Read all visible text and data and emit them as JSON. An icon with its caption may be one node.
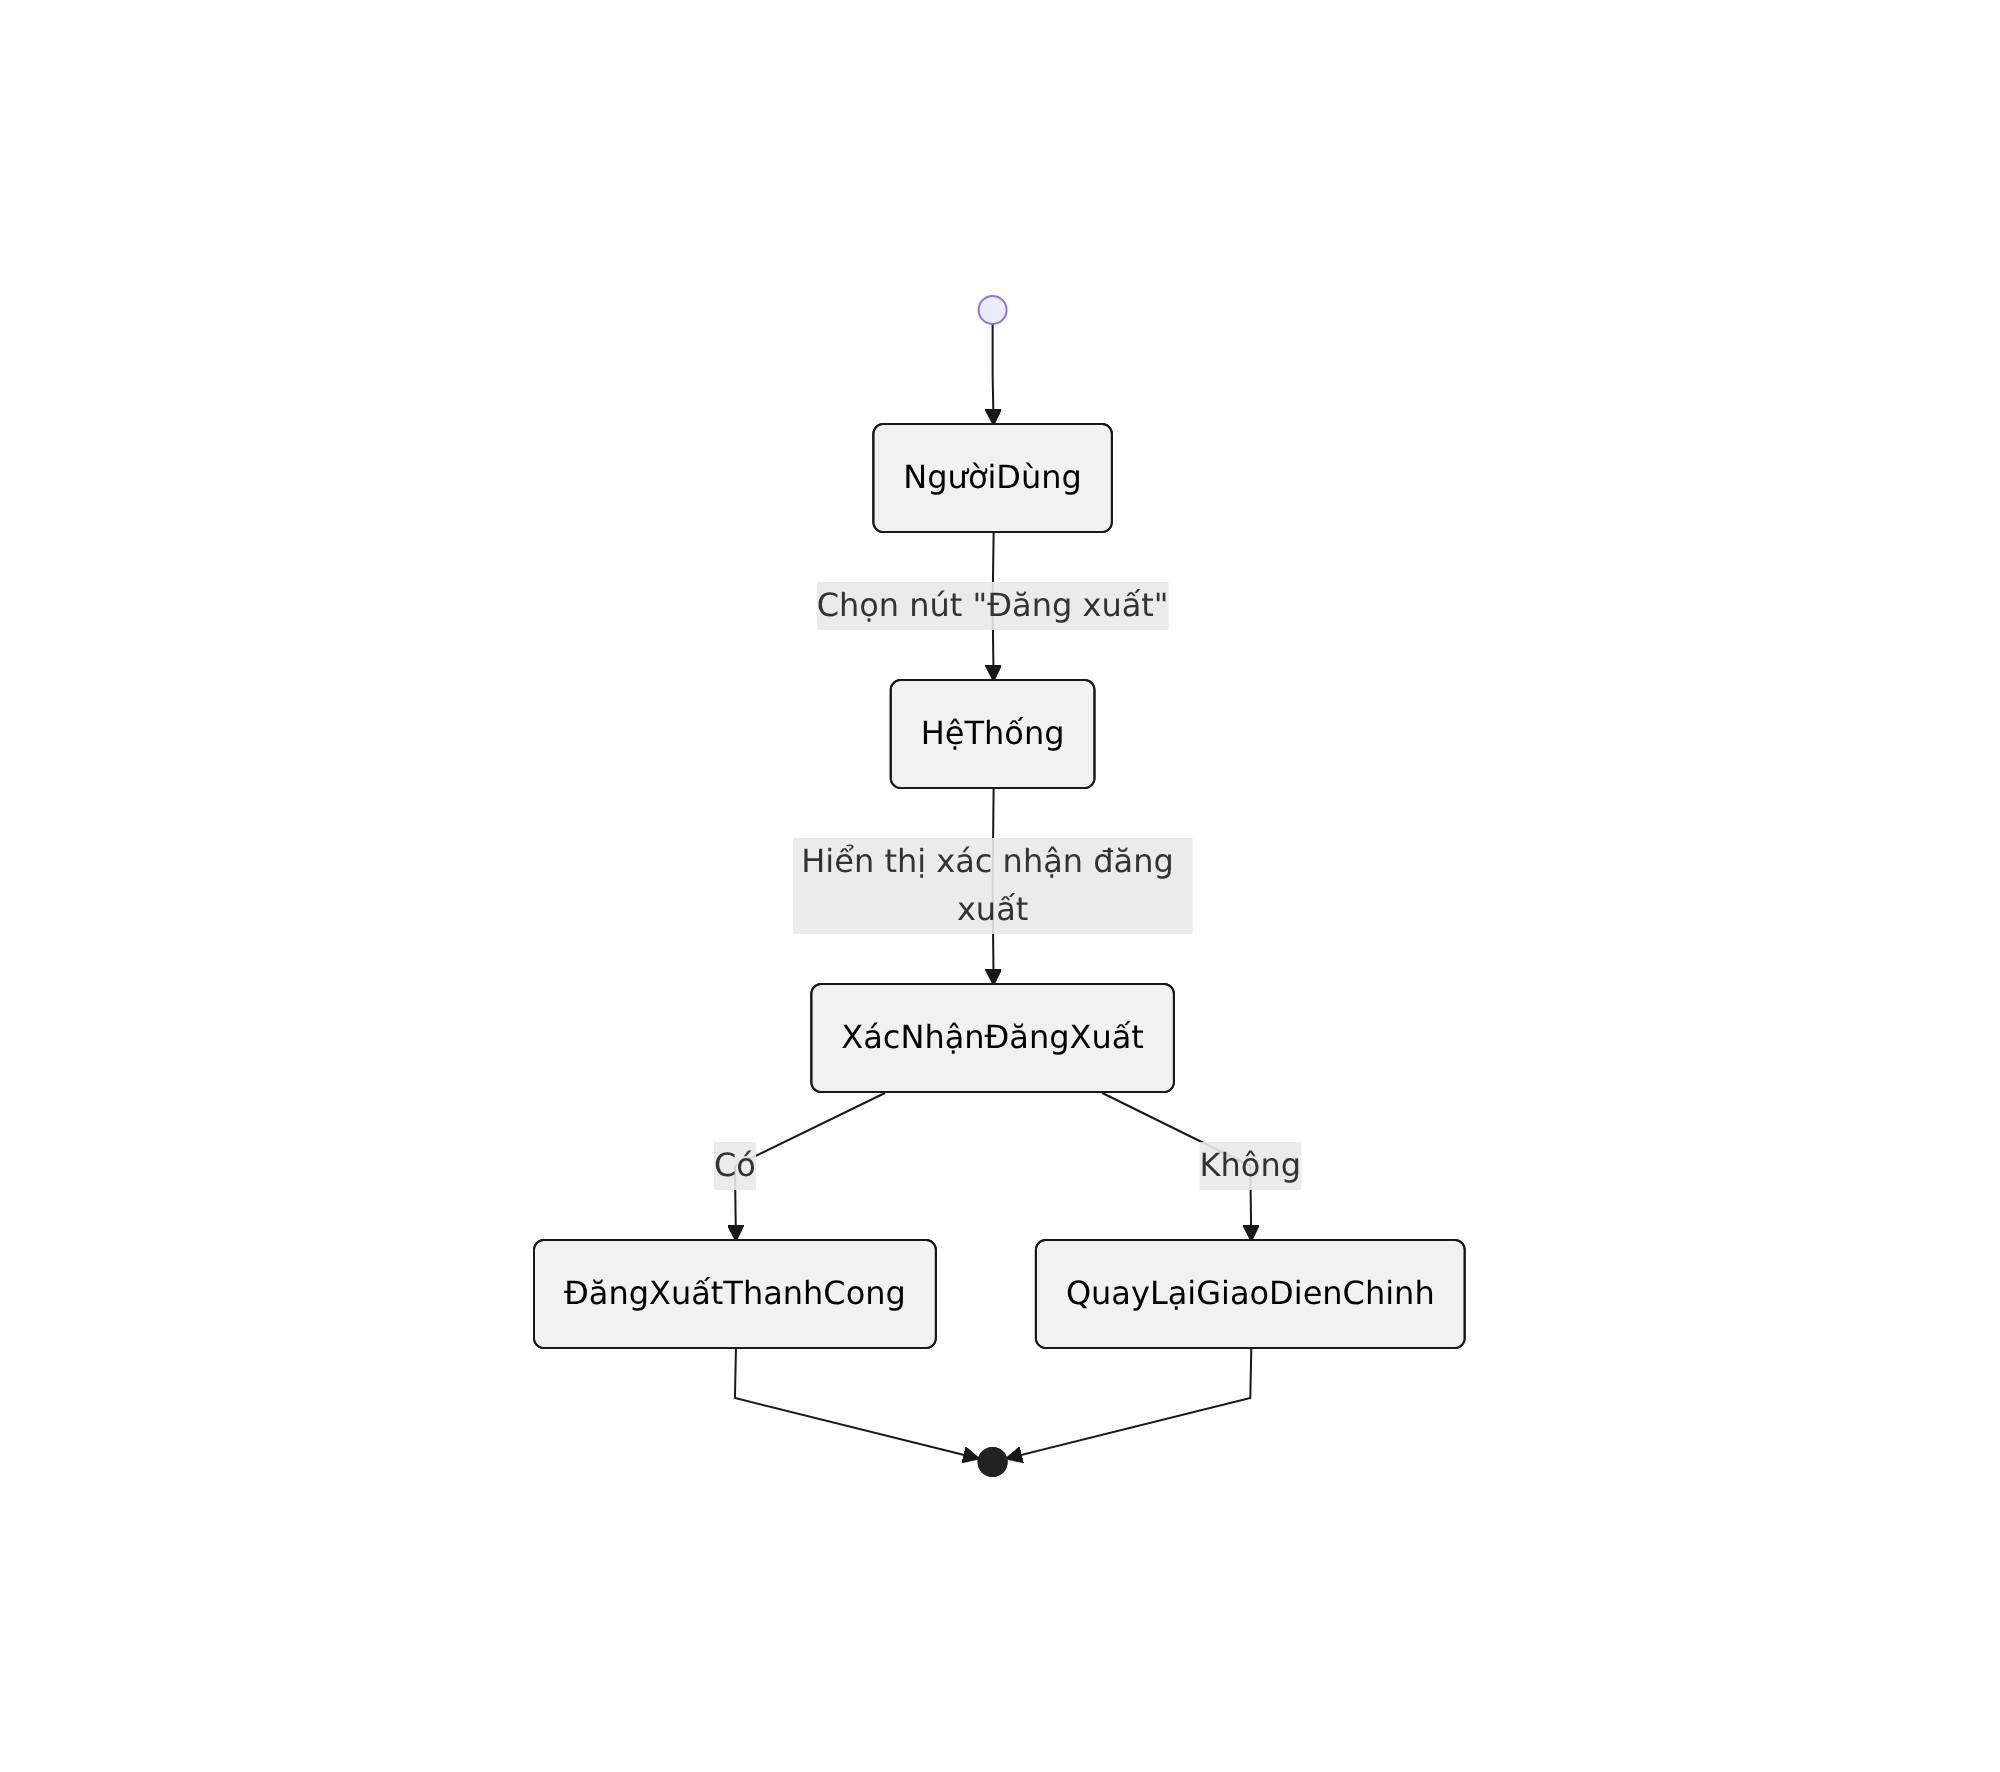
{
  "diagram": {
    "nodes": [
      {
        "text": [],
        "shape": "circle"
      },
      {
        "text": [
          "NgườiDùng"
        ]
      },
      {
        "text": [
          "HệThống"
        ]
      },
      {
        "text": [
          "XácNhậnĐăngXuất"
        ]
      },
      {
        "text": [
          "ĐăngXuấtThanhCong"
        ]
      },
      {
        "text": [
          "QuayLạiGiaoDienChinh"
        ]
      },
      {
        "text": [],
        "shape": "circle"
      }
    ],
    "edges": [
      {
        "from": 0,
        "to": 1,
        "arrow": "to"
      },
      {
        "from": 1,
        "to": 2,
        "arrow": "to",
        "label": "Chọn nút \"Đăng xuất\""
      },
      {
        "from": 2,
        "to": 3,
        "arrow": "to",
        "label": "Hiển thị xác nhận đăng xuất"
      },
      {
        "from": 3,
        "to": 4,
        "arrow": "to",
        "label": "Có"
      },
      {
        "from": 3,
        "to": 5,
        "arrow": "to",
        "label": "Không"
      },
      {
        "from": 4,
        "to": 6,
        "arrow": "to"
      },
      {
        "from": 5,
        "to": 6,
        "arrow": "to"
      }
    ]
  }
}
